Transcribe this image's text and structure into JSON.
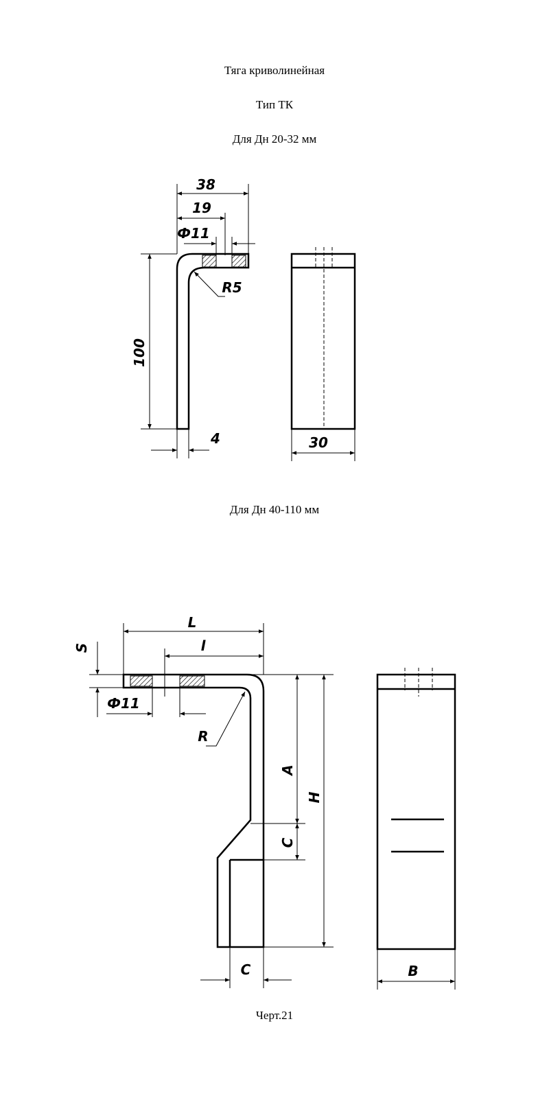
{
  "captions": {
    "title": "Тяга криволинейная",
    "type": "Тип ТК",
    "small_range": "Для Дн 20-32 мм",
    "large_range": "Для Дн 40-110 мм",
    "drawing_ref": "Черт.21"
  },
  "small_part": {
    "dim_38": "38",
    "dim_19": "19",
    "dim_hole": "Ф11",
    "dim_radius": "R5",
    "dim_100": "100",
    "dim_4": "4",
    "dim_30": "30"
  },
  "large_part": {
    "dim_L": "L",
    "dim_l": "l",
    "dim_S": "S",
    "dim_hole": "Ф11",
    "dim_R": "R",
    "dim_A": "A",
    "dim_H": "H",
    "dim_C_vert": "C",
    "dim_C": "C",
    "dim_B": "B"
  }
}
